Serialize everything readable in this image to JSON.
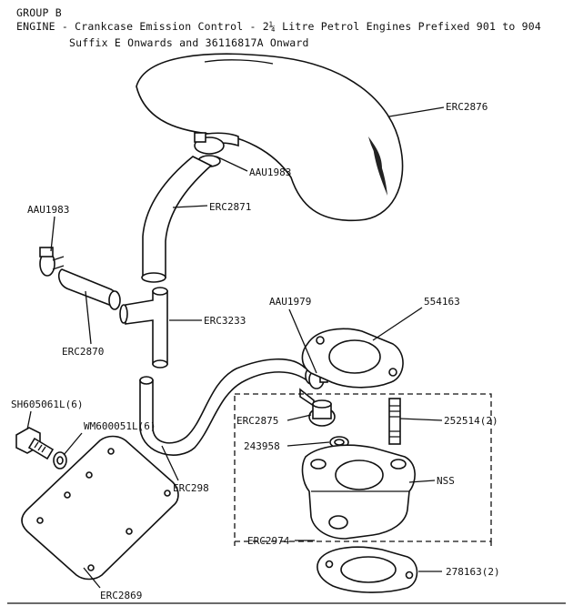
{
  "header": {
    "group": "GROUP B",
    "title": "ENGINE - Crankcase Emission Control - 2¼ Litre Petrol Engines Prefixed 901 to 904",
    "subtitle": "Suffix E Onwards and 36116817A Onward"
  },
  "labels": {
    "erc2876": "ERC2876",
    "aau1983_top": "AAU1983",
    "erc2871": "ERC2871",
    "aau1983_left": "AAU1983",
    "erc2870": "ERC2870",
    "erc3233": "ERC3233",
    "aau1979": "AAU1979",
    "p554163": "554163",
    "sh605061l": "SH605061L(6)",
    "wm600051l": "WM600051L(6)",
    "erc2875": "ERC2875",
    "p252514": "252514(2)",
    "p243958": "243958",
    "nss": "NSS",
    "erc298": "ERC298",
    "erc2974": "ERC2974",
    "p278163": "278163(2)",
    "erc2869": "ERC2869"
  }
}
